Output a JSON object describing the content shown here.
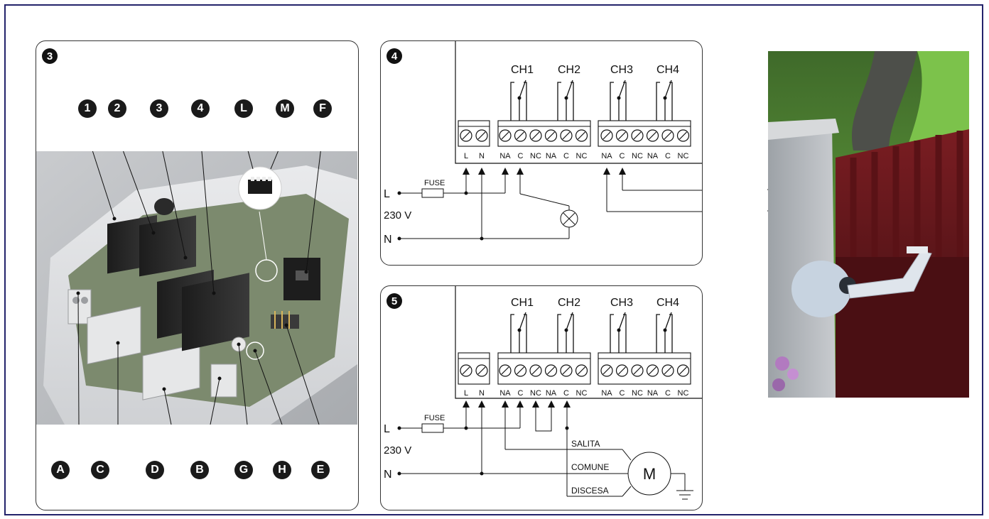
{
  "figure3": {
    "panel_number": "3",
    "top_callouts": [
      "1",
      "2",
      "3",
      "4",
      "L",
      "M",
      "F"
    ],
    "bottom_callouts": [
      "A",
      "C",
      "D",
      "B",
      "G",
      "H",
      "E"
    ]
  },
  "figure4": {
    "panel_number": "4",
    "channels": [
      "CH1",
      "CH2",
      "CH3",
      "CH4"
    ],
    "power_terminals": [
      "L",
      "N"
    ],
    "relay_terminals": [
      "NA",
      "C",
      "NC",
      "NA",
      "C",
      "NC"
    ],
    "line_label": "L",
    "voltage_label": "230 V",
    "neutral_label": "N",
    "fuse_label": "FUSE"
  },
  "figure5": {
    "panel_number": "5",
    "channels": [
      "CH1",
      "CH2",
      "CH3",
      "CH4"
    ],
    "power_terminals": [
      "L",
      "N"
    ],
    "relay_terminals": [
      "NA",
      "C",
      "NC",
      "NA",
      "C",
      "NC"
    ],
    "line_label": "L",
    "voltage_label": "230 V",
    "neutral_label": "N",
    "fuse_label": "FUSE",
    "motor_label": "M",
    "wire_up": "SALITA",
    "wire_common": "COMUNE",
    "wire_down": "DISCESA"
  },
  "colors": {
    "frame": "#23236b",
    "grass": "#5aa13a",
    "gate": "#6b1a1e",
    "wall": "#b9bcc0"
  }
}
